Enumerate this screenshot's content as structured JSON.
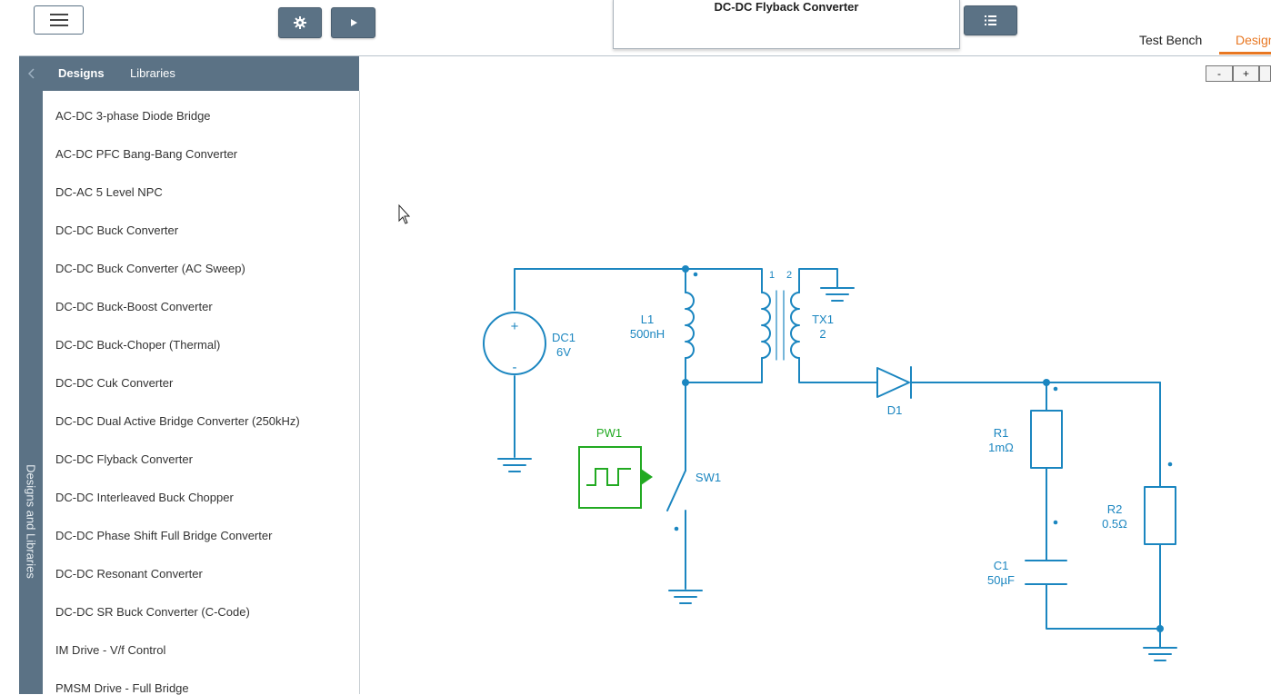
{
  "window": {
    "title": "DC-DC Flyback Converter"
  },
  "toolbar": {
    "settings_icon": "gear-icon",
    "run_icon": "play-icon",
    "list_icon": "list-icon",
    "menu_icon": "hamburger-icon"
  },
  "tabs": [
    {
      "label": "Test Bench",
      "active": false
    },
    {
      "label": "Design",
      "active": true
    }
  ],
  "sidebar": {
    "tabs": [
      {
        "label": "Designs"
      },
      {
        "label": "Libraries"
      }
    ],
    "vertical_label": "Designs and Libraries",
    "items": [
      {
        "label": "AC-DC 3-phase Diode Bridge"
      },
      {
        "label": "AC-DC PFC Bang-Bang Converter"
      },
      {
        "label": "DC-AC 5 Level NPC"
      },
      {
        "label": "DC-DC Buck Converter"
      },
      {
        "label": "DC-DC Buck Converter (AC Sweep)"
      },
      {
        "label": "DC-DC Buck-Boost Converter"
      },
      {
        "label": "DC-DC Buck-Choper (Thermal)"
      },
      {
        "label": "DC-DC Cuk Converter"
      },
      {
        "label": "DC-DC Dual Active Bridge Converter (250kHz)"
      },
      {
        "label": "DC-DC Flyback Converter"
      },
      {
        "label": "DC-DC Interleaved Buck Chopper"
      },
      {
        "label": "DC-DC Phase Shift Full Bridge Converter"
      },
      {
        "label": "DC-DC Resonant Converter"
      },
      {
        "label": "DC-DC SR Buck Converter (C-Code)"
      },
      {
        "label": "IM Drive - V/f Control"
      },
      {
        "label": "PMSM Drive - Full Bridge"
      }
    ]
  },
  "zoom": {
    "minus": "-",
    "plus": "+"
  },
  "schematic": {
    "dc1": {
      "name": "DC1",
      "value": "6V",
      "plus": "+",
      "minus": "-"
    },
    "l1": {
      "name": "L1",
      "value": "500nH"
    },
    "tx1": {
      "name": "TX1",
      "value": "2",
      "pin1": "1",
      "pin2": "2"
    },
    "d1": {
      "name": "D1"
    },
    "pw1": {
      "name": "PW1"
    },
    "sw1": {
      "name": "SW1"
    },
    "r1": {
      "name": "R1",
      "value": "1mΩ"
    },
    "r2": {
      "name": "R2",
      "value": "0.5Ω"
    },
    "c1": {
      "name": "C1",
      "value": "50µF"
    }
  },
  "colors": {
    "accent": "#e87722",
    "header": "#5b7285",
    "wire": "#1b86c0",
    "pwm": "#22aa22"
  }
}
